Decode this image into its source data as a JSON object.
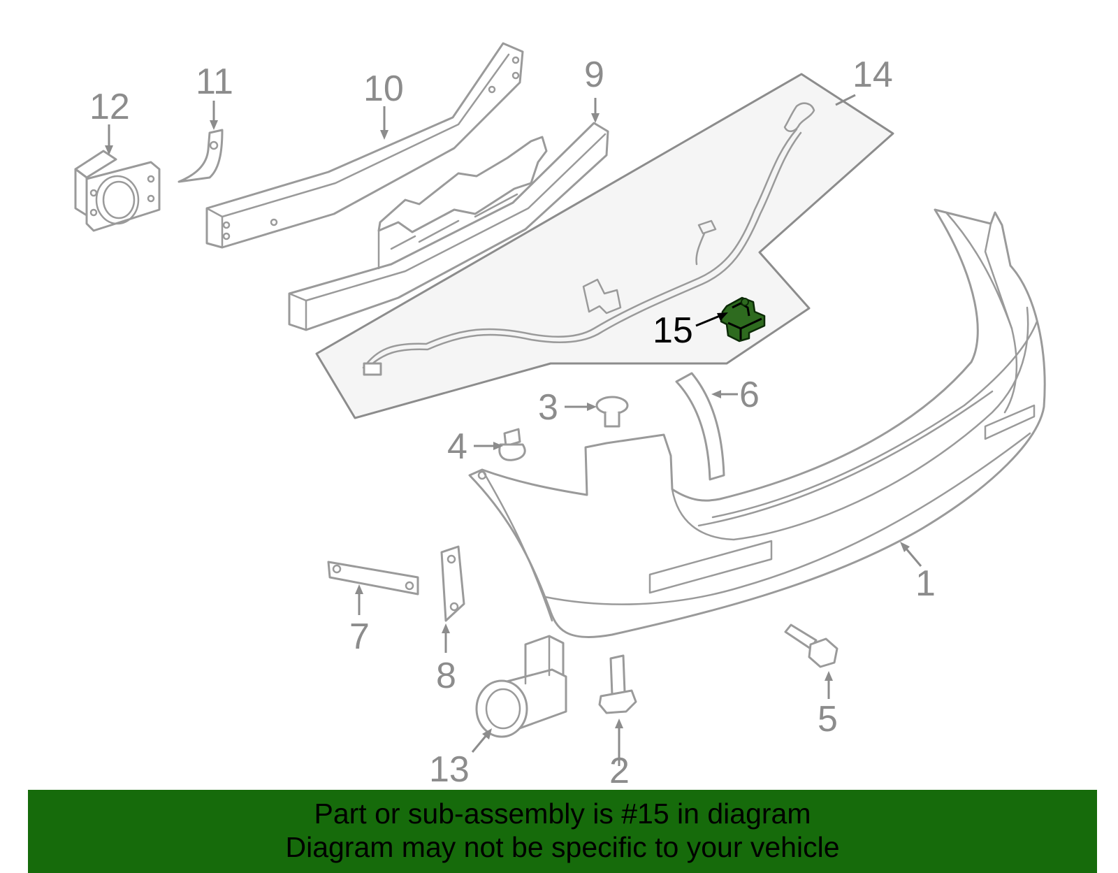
{
  "callouts": {
    "c1": "1",
    "c2": "2",
    "c3": "3",
    "c4": "4",
    "c5": "5",
    "c6": "6",
    "c7": "7",
    "c8": "8",
    "c9": "9",
    "c10": "10",
    "c11": "11",
    "c12": "12",
    "c13": "13",
    "c14": "14",
    "c15": "15"
  },
  "highlighted_part": "15",
  "colors": {
    "banner": "#166b0b",
    "highlight_part": "#2e6b1f",
    "line_art": "#9a9a9a"
  },
  "banner": {
    "line1": "Part or sub-assembly is #15 in diagram",
    "line2": "Diagram may not be specific to your vehicle"
  }
}
